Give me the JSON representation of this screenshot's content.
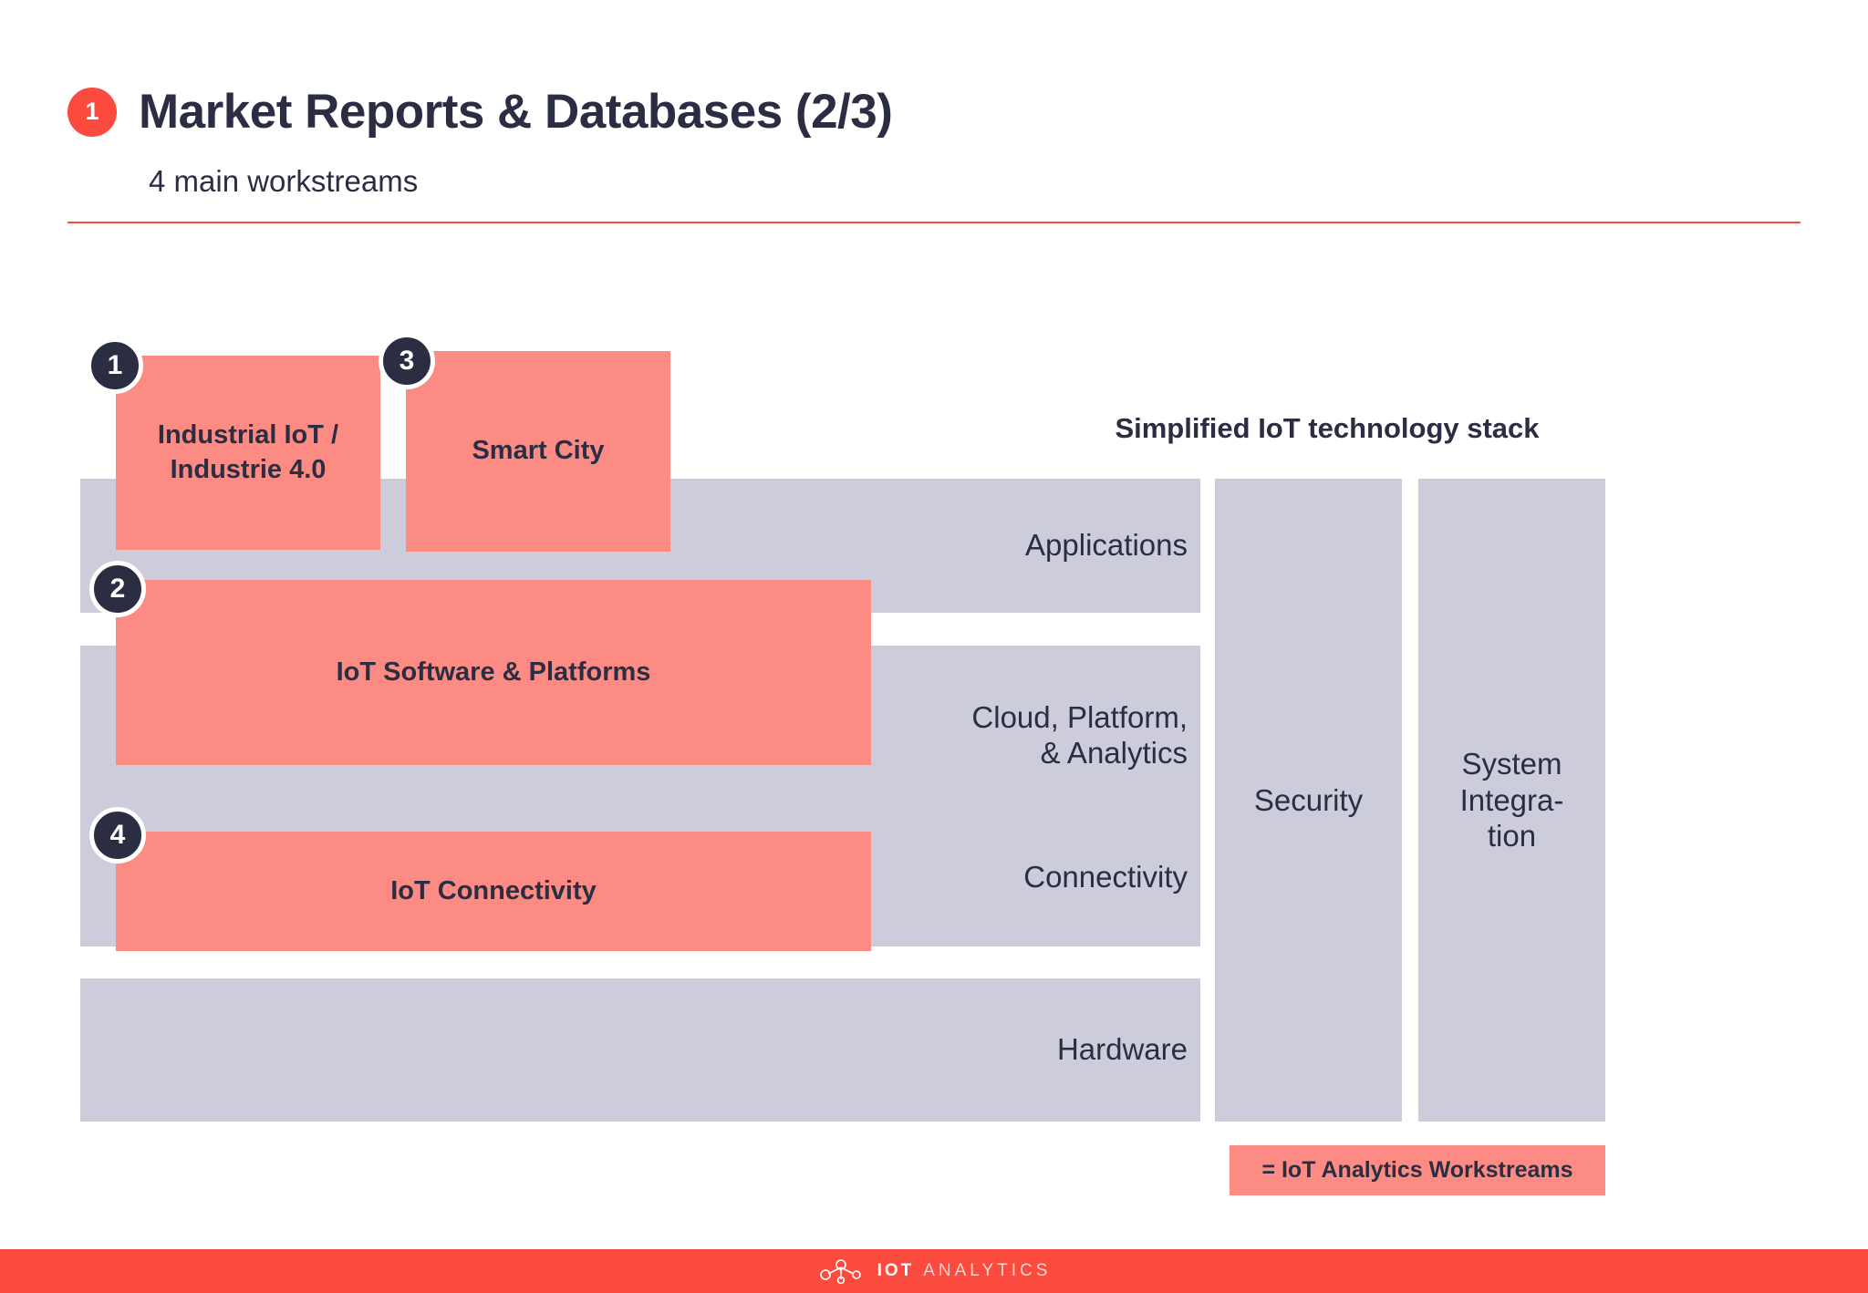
{
  "header": {
    "badge_number": "1",
    "title": "Market Reports & Databases (2/3)",
    "subtitle": "4 main workstreams"
  },
  "stack": {
    "heading": "Simplified IoT technology stack",
    "layers": [
      {
        "label": "Applications"
      },
      {
        "label": "Cloud, Platform,\n& Analytics"
      },
      {
        "label": "Connectivity"
      },
      {
        "label": "Hardware"
      }
    ],
    "columns": [
      {
        "label": "Security"
      },
      {
        "label": "System\nIntegra-\ntion"
      }
    ]
  },
  "workstreams": [
    {
      "number": "1",
      "label": "Industrial IoT /\nIndustrie 4.0"
    },
    {
      "number": "2",
      "label": "IoT Software & Platforms"
    },
    {
      "number": "3",
      "label": "Smart City"
    },
    {
      "number": "4",
      "label": "IoT Connectivity"
    }
  ],
  "legend": {
    "text": "= IoT Analytics Workstreams"
  },
  "footer": {
    "brand_primary": "IOT",
    "brand_secondary": "ANALYTICS"
  },
  "colors": {
    "accent_red": "#fb4b3e",
    "salmon": "#fc8b83",
    "gray_layer": "#ccccdb",
    "navy": "#2b2e43",
    "white": "#ffffff"
  }
}
